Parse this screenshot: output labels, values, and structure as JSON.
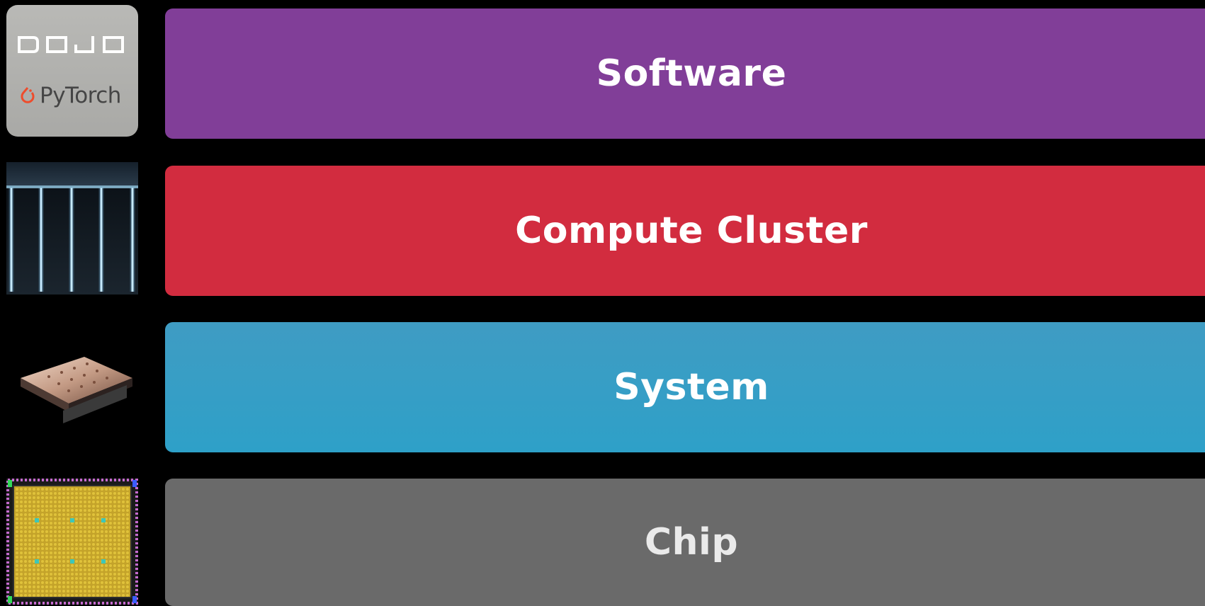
{
  "layers": [
    {
      "key": "software",
      "label": "Software",
      "color": "#813e98",
      "thumbnail": "dojo-pytorch-logos"
    },
    {
      "key": "cluster",
      "label": "Compute Cluster",
      "color": "#d22c3f",
      "thumbnail": "server-racks-image"
    },
    {
      "key": "system",
      "label": "System",
      "color": "#2ea0c8",
      "thumbnail": "training-tile-image"
    },
    {
      "key": "chip",
      "label": "Chip",
      "color": "#6a6a6a",
      "thumbnail": "chip-die-image"
    }
  ],
  "software_thumb": {
    "dojo_logo": "DOJO",
    "pytorch_text": "PyTorch",
    "pytorch_color": "#ee4c2c"
  }
}
